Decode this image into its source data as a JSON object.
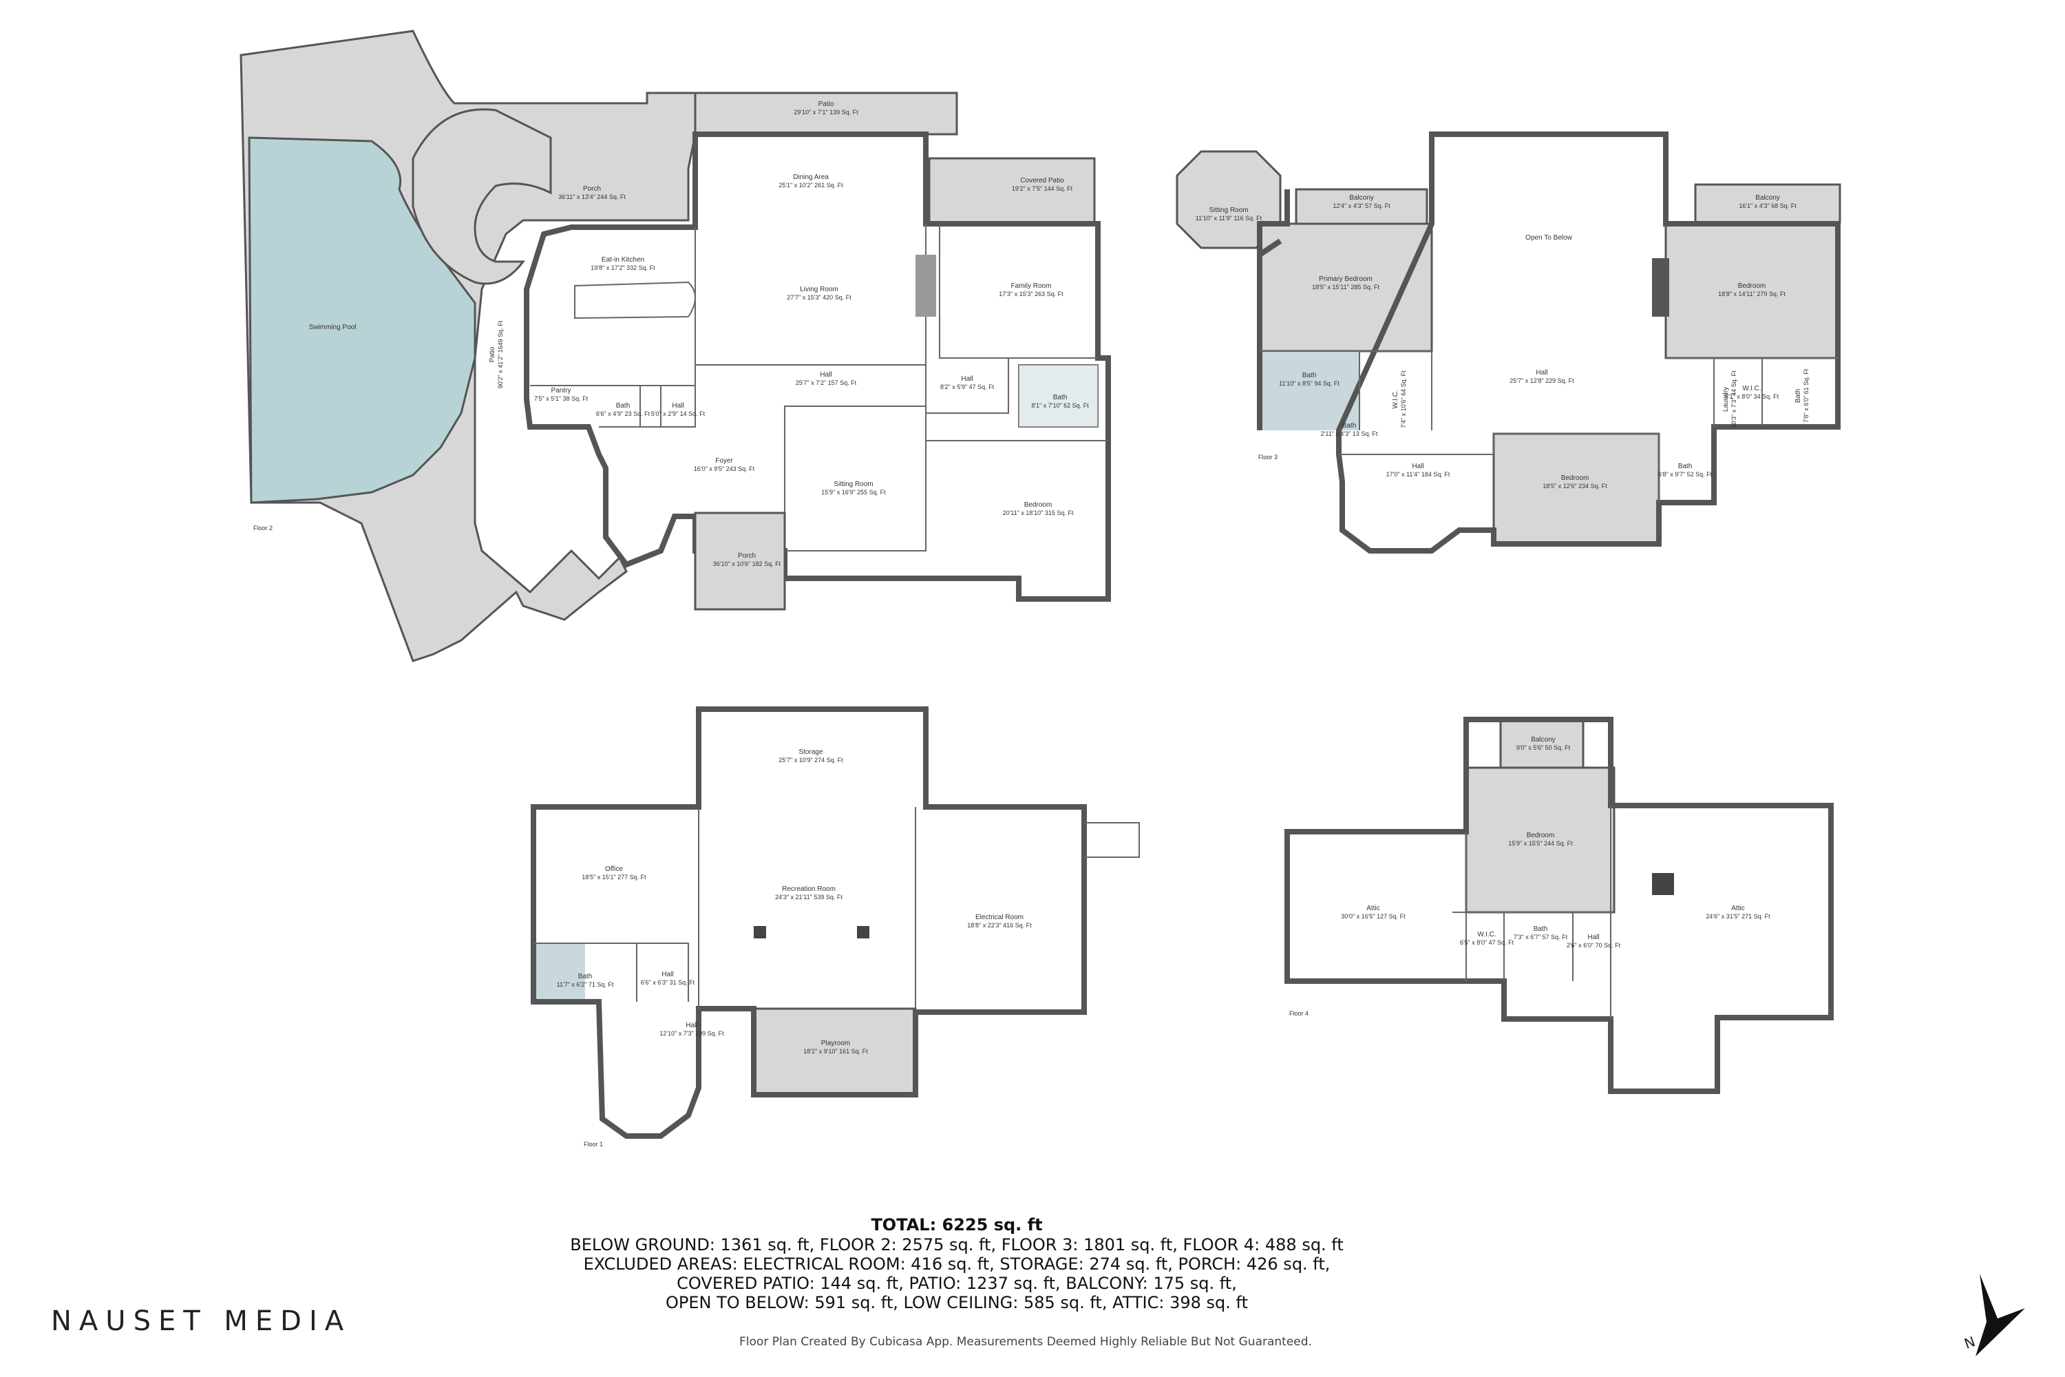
{
  "floors": {
    "floor2": {
      "label": "Floor 2",
      "rooms": {
        "patio_top": {
          "name": "Patio",
          "dims": "29'10\" x 7'1\" 139 Sq. Ft"
        },
        "porch_top": {
          "name": "Porch",
          "dims": "36'11\" x 13'4\" 244 Sq. Ft"
        },
        "dining": {
          "name": "Dining Area",
          "dims": "25'1\" x 10'2\" 261 Sq. Ft"
        },
        "covered_patio": {
          "name": "Covered Patio",
          "dims": "19'2\" x 7'5\" 144 Sq. Ft"
        },
        "pool": {
          "name": "Swimming Pool",
          "dims": ""
        },
        "kitchen": {
          "name": "Eat-in Kitchen",
          "dims": "19'8\" x 17'2\" 332 Sq. Ft"
        },
        "living": {
          "name": "Living Room",
          "dims": "27'7\" x 15'3\" 420 Sq. Ft"
        },
        "family": {
          "name": "Family Room",
          "dims": "17'3\" x 15'3\" 263 Sq. Ft"
        },
        "patio_side": {
          "name": "Patio",
          "dims": "90'2\" x 41'2\" 1649 Sq. Ft"
        },
        "hall_main": {
          "name": "Hall",
          "dims": "25'7\" x 7'2\" 157 Sq. Ft"
        },
        "hall_small": {
          "name": "Hall",
          "dims": "8'2\" x 5'9\" 47 Sq. Ft"
        },
        "pantry": {
          "name": "Pantry",
          "dims": "7'5\" x 5'1\" 38 Sq. Ft"
        },
        "bath_a": {
          "name": "Bath",
          "dims": "6'6\" x 4'9\" 23 Sq. Ft"
        },
        "hall_c": {
          "name": "Hall",
          "dims": "5'0\" x 2'9\" 14 Sq. Ft"
        },
        "bath_b": {
          "name": "Bath",
          "dims": "8'1\" x 7'10\" 62 Sq. Ft"
        },
        "foyer": {
          "name": "Foyer",
          "dims": "16'0\" x 9'5\" 243 Sq. Ft"
        },
        "sitting": {
          "name": "Sitting Room",
          "dims": "15'9\" x 16'9\" 255 Sq. Ft"
        },
        "bedroom": {
          "name": "Bedroom",
          "dims": "20'11\" x 18'10\" 315 Sq. Ft"
        },
        "porch_front": {
          "name": "Porch",
          "dims": "36'10\" x 10'6\" 182 Sq. Ft"
        }
      }
    },
    "floor3": {
      "label": "Floor 3",
      "rooms": {
        "sitting": {
          "name": "Sitting Room",
          "dims": "11'10\" x 11'9\" 116 Sq. Ft"
        },
        "balcony_left": {
          "name": "Balcony",
          "dims": "12'4\" x 4'3\" 57 Sq. Ft"
        },
        "open": {
          "name": "Open To Below",
          "dims": ""
        },
        "balcony_right": {
          "name": "Balcony",
          "dims": "16'1\" x 4'3\" 68 Sq. Ft"
        },
        "primary": {
          "name": "Primary Bedroom",
          "dims": "18'5\" x 15'11\" 285 Sq. Ft"
        },
        "bedroom_right": {
          "name": "Bedroom",
          "dims": "18'8\" x 14'11\" 279 Sq. Ft"
        },
        "bath_a": {
          "name": "Bath",
          "dims": "11'10\" x 8'5\" 94 Sq. Ft"
        },
        "wic": {
          "name": "W.I.C.",
          "dims": "7'4\" x 10'6\" 64 Sq. Ft"
        },
        "hall_top": {
          "name": "Hall",
          "dims": "25'7\" x 12'8\" 229 Sq. Ft"
        },
        "laundry": {
          "name": "Laundry",
          "dims": "10'3\" x 7'3\" 44 Sq. Ft"
        },
        "wic_r": {
          "name": "W.I.C.",
          "dims": "5'1\" x 8'0\" 34 Sq. Ft"
        },
        "bath_r": {
          "name": "Bath",
          "dims": "7'8\" x 6'0\" 61 Sq. Ft"
        },
        "bath_s": {
          "name": "Bath",
          "dims": "2'11\" x 4'3\" 13 Sq. Ft"
        },
        "hall_bottom": {
          "name": "Hall",
          "dims": "17'0\" x 11'4\" 184 Sq. Ft"
        },
        "bedroom_mid": {
          "name": "Bedroom",
          "dims": "18'5\" x 12'6\" 234 Sq. Ft"
        },
        "bath_low": {
          "name": "Bath",
          "dims": "6'8\" x 9'7\" 52 Sq. Ft"
        }
      }
    },
    "floor1": {
      "label": "Floor 1",
      "rooms": {
        "storage": {
          "name": "Storage",
          "dims": "25'7\" x 10'9\" 274 Sq. Ft"
        },
        "office": {
          "name": "Office",
          "dims": "18'5\" x 15'1\" 277 Sq. Ft"
        },
        "recreation": {
          "name": "Recreation Room",
          "dims": "24'3\" x 21'11\" 539 Sq. Ft"
        },
        "electrical": {
          "name": "Electrical Room",
          "dims": "18'8\" x 22'3\" 416 Sq. Ft"
        },
        "bath": {
          "name": "Bath",
          "dims": "11'7\" x 6'2\" 71 Sq. Ft"
        },
        "hall_a": {
          "name": "Hall",
          "dims": "6'6\" x 6'3\" 31 Sq. Ft"
        },
        "hall_b": {
          "name": "Hall",
          "dims": "12'10\" x 7'3\" 199 Sq. Ft"
        },
        "playroom": {
          "name": "Playroom",
          "dims": "18'2\" x 9'10\" 161 Sq. Ft"
        }
      }
    },
    "floor4": {
      "label": "Floor 4",
      "rooms": {
        "balcony": {
          "name": "Balcony",
          "dims": "9'0\" x 5'6\" 50 Sq. Ft"
        },
        "bedroom": {
          "name": "Bedroom",
          "dims": "15'9\" x 15'5\" 244 Sq. Ft"
        },
        "attic_left": {
          "name": "Attic",
          "dims": "30'0\" x 16'5\" 127 Sq. Ft"
        },
        "attic_right": {
          "name": "Attic",
          "dims": "24'6\" x 31'5\" 271 Sq. Ft"
        },
        "wic": {
          "name": "W.I.C.",
          "dims": "6'5\" x 8'0\" 47 Sq. Ft"
        },
        "bath": {
          "name": "Bath",
          "dims": "7'3\" x 6'7\" 57 Sq. Ft"
        },
        "hall": {
          "name": "Hall",
          "dims": "2'6\" x 6'0\" 70 Sq. Ft"
        }
      }
    }
  },
  "summary": {
    "total": "TOTAL: 6225 sq. ft",
    "lines": [
      "BELOW GROUND: 1361 sq. ft, FLOOR 2: 2575 sq. ft, FLOOR 3: 1801 sq. ft, FLOOR 4: 488 sq. ft",
      "EXCLUDED AREAS: ELECTRICAL ROOM: 416 sq. ft, STORAGE: 274 sq. ft, PORCH: 426 sq. ft,",
      "COVERED PATIO: 144 sq. ft, PATIO: 1237 sq. ft, BALCONY: 175 sq. ft,",
      "OPEN TO BELOW: 591 sq. ft, LOW CEILING: 585 sq. ft, ATTIC: 398 sq. ft"
    ]
  },
  "brand": "NAUSET MEDIA",
  "disclaimer": "Floor Plan Created By Cubicasa App. Measurements Deemed Highly Reliable But Not Guaranteed.",
  "compass_label": "N",
  "colors": {
    "wall": "#555555",
    "grey_area": "#d7d7d7",
    "pool": "#b8d3d6",
    "bath": "#c8d8dc"
  }
}
